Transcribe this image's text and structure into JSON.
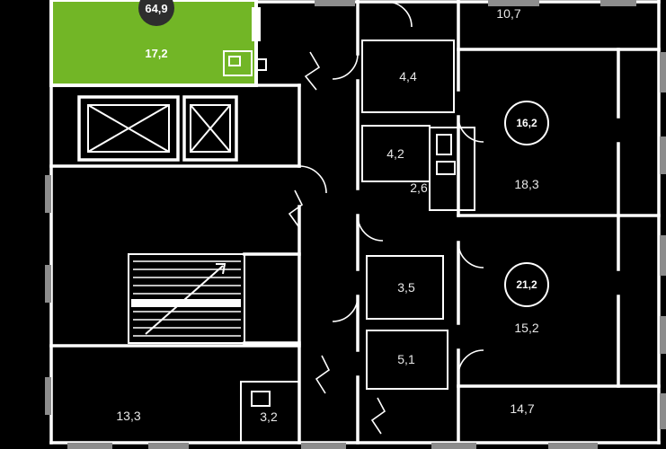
{
  "app": {
    "view": "building-floor-plan"
  },
  "colors": {
    "background": "#000000",
    "wall": "#ffffff",
    "highlight_green": "#72b626",
    "window_gray": "#8c8c8c",
    "badge_bg": "#2e2e2e",
    "label_text": "#e8e8e8"
  },
  "selected_apartment": {
    "total_area": "64,9",
    "room_area": "17,2"
  },
  "neighbor_apartments": [
    {
      "marker": "16,2",
      "room_area": "18,3"
    },
    {
      "marker": "21,2",
      "room_area": "15,2"
    }
  ],
  "labels": {
    "selected_total_area": "64,9",
    "selected_room": "17,2",
    "top_right_room": "10,7",
    "apt_upper_marker": "16,2",
    "apt_upper_room": "18,3",
    "apt_lower_marker": "21,2",
    "apt_lower_room": "15,2",
    "bottom_right_room": "14,7",
    "bottom_left_room": "13,3",
    "wet_room_1": "4,4",
    "wet_room_2": "4,2",
    "wet_room_3": "2,6",
    "wet_room_4": "3,5",
    "wet_room_5": "5,1",
    "bottom_center_room": "3,2"
  }
}
